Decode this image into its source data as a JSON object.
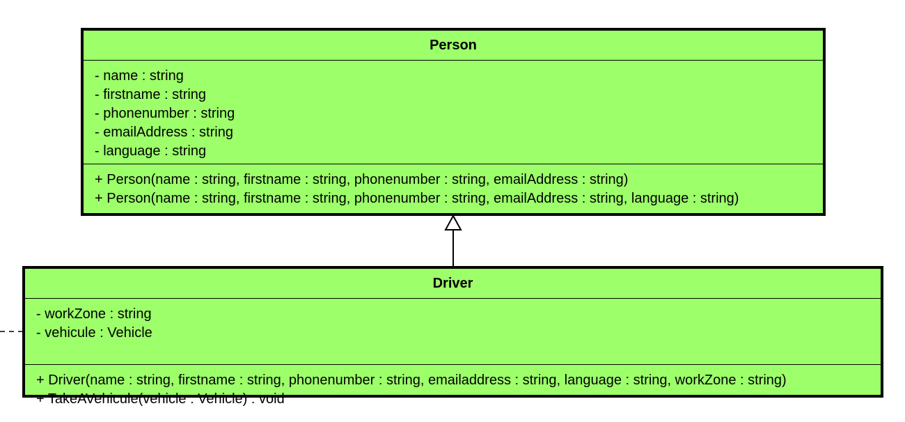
{
  "diagram": {
    "classes": [
      {
        "id": "person",
        "name": "Person",
        "attributes": [
          "- name : string",
          "- firstname : string",
          "- phonenumber : string",
          "- emailAddress : string",
          "- language : string"
        ],
        "methods": [
          "+ Person(name : string, firstname : string, phonenumber : string, emailAddress : string)",
          "+ Person(name : string, firstname : string, phonenumber : string, emailAddress : string, language : string)"
        ]
      },
      {
        "id": "driver",
        "name": "Driver",
        "attributes": [
          "- workZone : string",
          "- vehicule : Vehicle"
        ],
        "methods": [
          "+ Driver(name : string, firstname : string, phonenumber : string, emailaddress : string, language : string, workZone : string)",
          "+ TakeAVehicule(vehicle : Vehicle) : void"
        ]
      }
    ],
    "relations": [
      {
        "type": "generalization",
        "from": "Driver",
        "to": "Person"
      },
      {
        "type": "dependency",
        "from": "Driver",
        "to": ""
      }
    ],
    "colors": {
      "class_fill": "#9dff6a",
      "border": "#000000",
      "background": "#ffffff"
    }
  }
}
